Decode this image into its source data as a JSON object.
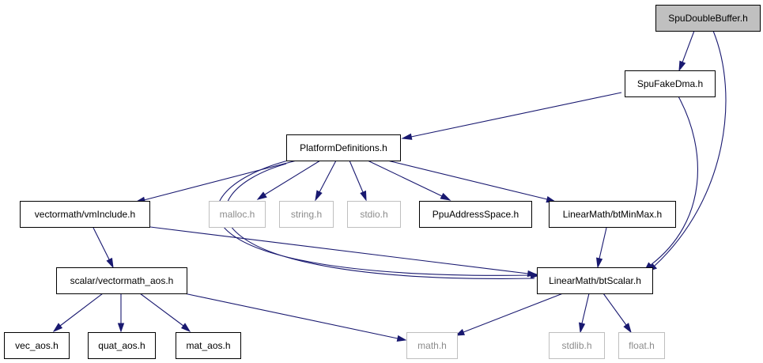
{
  "graph": {
    "title": "",
    "nodes": {
      "spudoublebuffer": {
        "label": "SpuDoubleBuffer.h",
        "kind": "root"
      },
      "spufakedma": {
        "label": "SpuFakeDma.h",
        "kind": "local"
      },
      "platformdefinitions": {
        "label": "PlatformDefinitions.h",
        "kind": "local"
      },
      "vminclude": {
        "label": "vectormath/vmInclude.h",
        "kind": "local"
      },
      "malloc": {
        "label": "malloc.h",
        "kind": "external"
      },
      "string": {
        "label": "string.h",
        "kind": "external"
      },
      "stdio": {
        "label": "stdio.h",
        "kind": "external"
      },
      "ppuaddressspace": {
        "label": "PpuAddressSpace.h",
        "kind": "local"
      },
      "btminmax": {
        "label": "LinearMath/btMinMax.h",
        "kind": "local"
      },
      "vectormath_aos": {
        "label": "scalar/vectormath_aos.h",
        "kind": "local"
      },
      "btscalar": {
        "label": "LinearMath/btScalar.h",
        "kind": "local"
      },
      "vec_aos": {
        "label": "vec_aos.h",
        "kind": "local"
      },
      "quat_aos": {
        "label": "quat_aos.h",
        "kind": "local"
      },
      "mat_aos": {
        "label": "mat_aos.h",
        "kind": "local"
      },
      "math": {
        "label": "math.h",
        "kind": "external"
      },
      "stdlib": {
        "label": "stdlib.h",
        "kind": "external"
      },
      "float": {
        "label": "float.h",
        "kind": "external"
      }
    },
    "edges": [
      {
        "from": "spudoublebuffer",
        "to": "spufakedma"
      },
      {
        "from": "spudoublebuffer",
        "to": "btscalar"
      },
      {
        "from": "spufakedma",
        "to": "platformdefinitions"
      },
      {
        "from": "spufakedma",
        "to": "btscalar"
      },
      {
        "from": "platformdefinitions",
        "to": "vminclude"
      },
      {
        "from": "platformdefinitions",
        "to": "malloc"
      },
      {
        "from": "platformdefinitions",
        "to": "string"
      },
      {
        "from": "platformdefinitions",
        "to": "stdio"
      },
      {
        "from": "platformdefinitions",
        "to": "ppuaddressspace"
      },
      {
        "from": "platformdefinitions",
        "to": "btminmax"
      },
      {
        "from": "platformdefinitions",
        "to": "btscalar"
      },
      {
        "from": "vminclude",
        "to": "vectormath_aos"
      },
      {
        "from": "vminclude",
        "to": "btscalar"
      },
      {
        "from": "btminmax",
        "to": "btscalar"
      },
      {
        "from": "vectormath_aos",
        "to": "vec_aos"
      },
      {
        "from": "vectormath_aos",
        "to": "quat_aos"
      },
      {
        "from": "vectormath_aos",
        "to": "mat_aos"
      },
      {
        "from": "vectormath_aos",
        "to": "math"
      },
      {
        "from": "btscalar",
        "to": "math"
      },
      {
        "from": "btscalar",
        "to": "stdlib"
      },
      {
        "from": "btscalar",
        "to": "float"
      }
    ],
    "colors": {
      "edge": "#191970",
      "root_fill": "#c0c0c0",
      "node_border": "#000000",
      "external_border": "#bfbfbf",
      "external_text": "#8c8c8c"
    }
  }
}
